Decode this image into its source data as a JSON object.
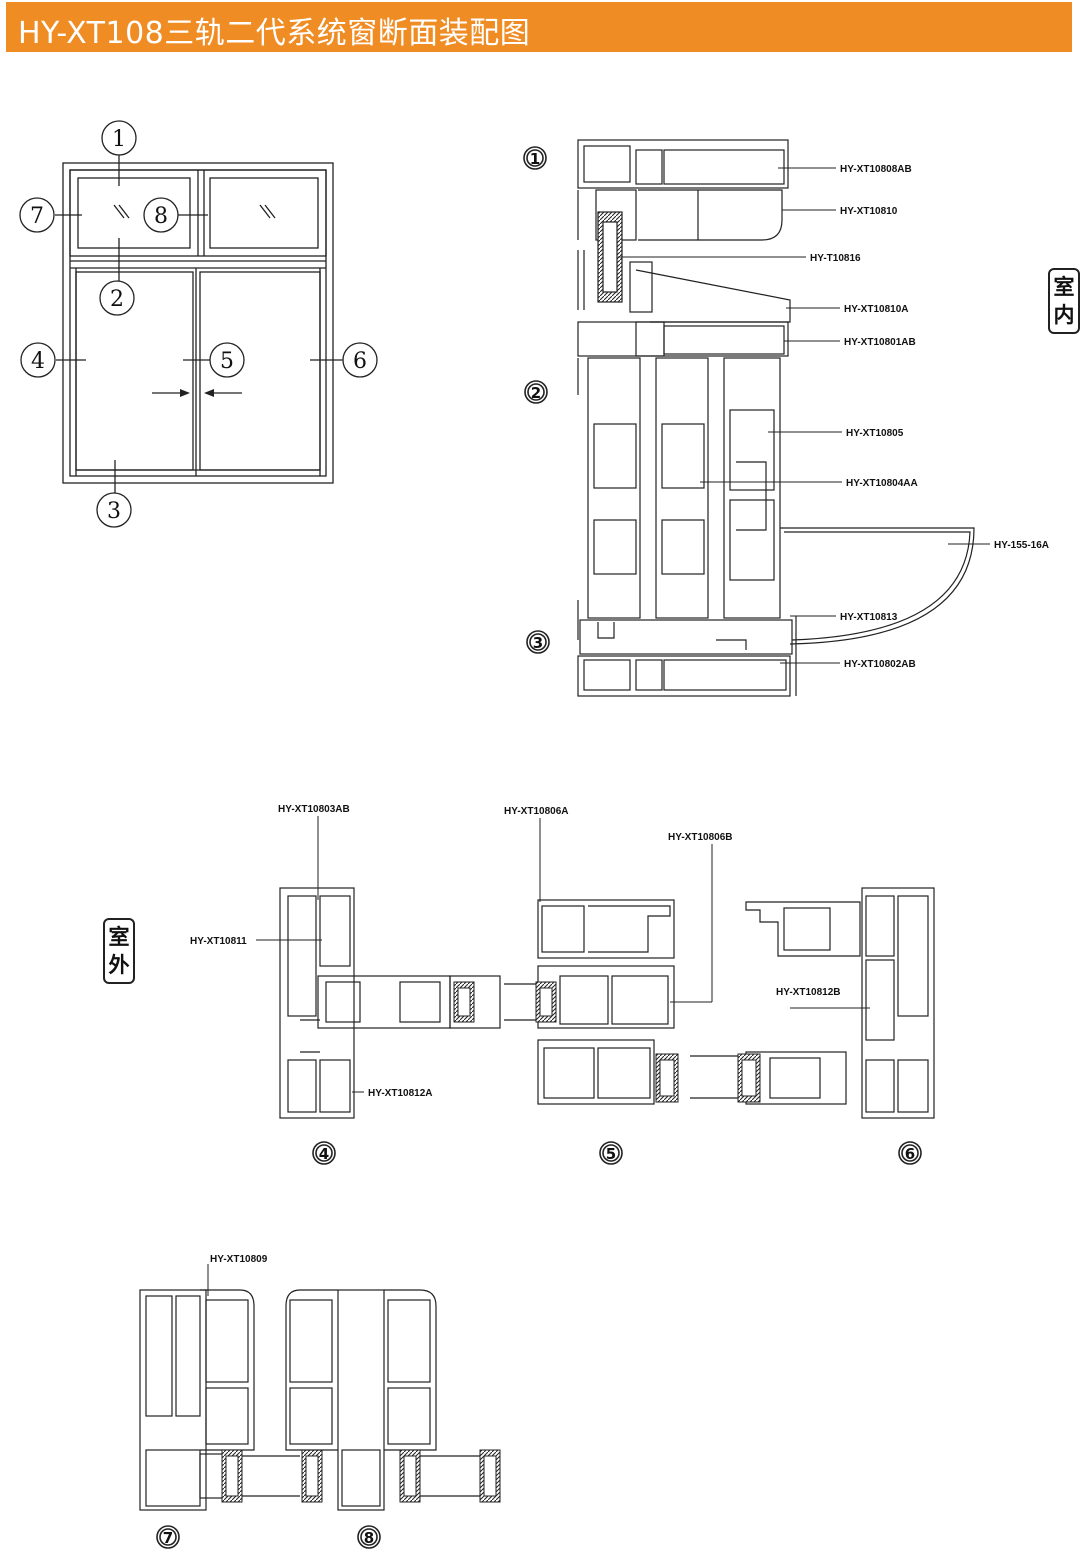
{
  "header": {
    "title": "HY-XT108三轨二代系统窗断面装配图"
  },
  "side_labels": {
    "indoor": "室内",
    "outdoor": "室外"
  },
  "elevation": {
    "markers": [
      "1",
      "2",
      "3",
      "4",
      "5",
      "6",
      "7",
      "8"
    ]
  },
  "section_markers": [
    "1",
    "2",
    "3",
    "4",
    "5",
    "6",
    "7",
    "8"
  ],
  "vertical_section_parts": [
    "HY-XT10808AB",
    "HY-XT10810",
    "HY-T10816",
    "HY-XT10810A",
    "HY-XT10801AB",
    "HY-XT10805",
    "HY-XT10804AA",
    "HY-155-16A",
    "HY-XT10813",
    "HY-XT10802AB"
  ],
  "horizontal_section_parts": [
    "HY-XT10803AB",
    "HY-XT10806A",
    "HY-XT10806B",
    "HY-XT10811",
    "HY-XT10812B",
    "HY-XT10812A"
  ],
  "fixed_section_parts": [
    "HY-XT10809"
  ],
  "colors": {
    "banner": "#f08c24",
    "line": "#222222"
  }
}
